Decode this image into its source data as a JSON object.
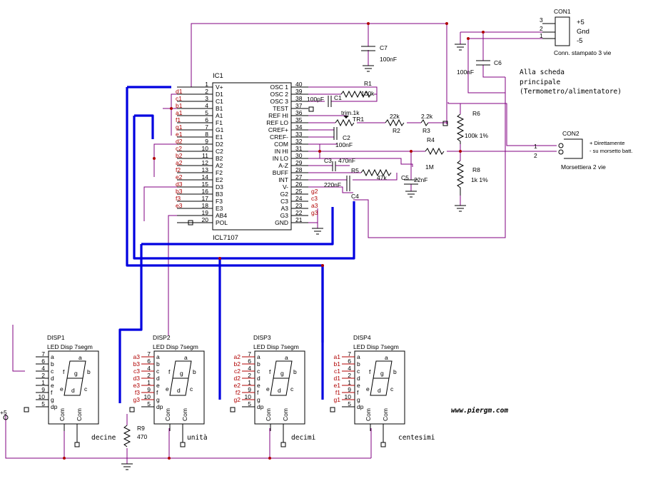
{
  "ic1": {
    "ref": "IC1",
    "part": "ICL7107",
    "left_pins": [
      {
        "num": "1",
        "name": "V+",
        "net": ""
      },
      {
        "num": "2",
        "name": "D1",
        "net": "d1"
      },
      {
        "num": "3",
        "name": "C1",
        "net": "c1"
      },
      {
        "num": "4",
        "name": "B1",
        "net": "b1"
      },
      {
        "num": "5",
        "name": "A1",
        "net": "a1"
      },
      {
        "num": "6",
        "name": "F1",
        "net": "f1"
      },
      {
        "num": "7",
        "name": "G1",
        "net": "g1"
      },
      {
        "num": "8",
        "name": "E1",
        "net": "e1"
      },
      {
        "num": "9",
        "name": "D2",
        "net": "d2"
      },
      {
        "num": "10",
        "name": "C2",
        "net": "c2"
      },
      {
        "num": "11",
        "name": "B2",
        "net": "b2"
      },
      {
        "num": "12",
        "name": "A2",
        "net": "a2"
      },
      {
        "num": "13",
        "name": "F2",
        "net": "f2"
      },
      {
        "num": "14",
        "name": "E2",
        "net": "e2"
      },
      {
        "num": "15",
        "name": "D3",
        "net": "d3"
      },
      {
        "num": "16",
        "name": "B3",
        "net": "b3"
      },
      {
        "num": "17",
        "name": "F3",
        "net": "f3"
      },
      {
        "num": "18",
        "name": "E3",
        "net": "e3"
      },
      {
        "num": "19",
        "name": "AB4",
        "net": ""
      },
      {
        "num": "20",
        "name": "POL",
        "net": ""
      }
    ],
    "right_pins": [
      {
        "num": "40",
        "name": "OSC 1",
        "net": ""
      },
      {
        "num": "39",
        "name": "OSC 2",
        "net": ""
      },
      {
        "num": "38",
        "name": "OSC 3",
        "net": ""
      },
      {
        "num": "37",
        "name": "TEST",
        "net": ""
      },
      {
        "num": "36",
        "name": "REF HI",
        "net": ""
      },
      {
        "num": "35",
        "name": "REF LO",
        "net": ""
      },
      {
        "num": "34",
        "name": "CREF+",
        "net": ""
      },
      {
        "num": "33",
        "name": "CREF-",
        "net": ""
      },
      {
        "num": "32",
        "name": "COM",
        "net": ""
      },
      {
        "num": "31",
        "name": "IN HI",
        "net": ""
      },
      {
        "num": "30",
        "name": "IN LO",
        "net": ""
      },
      {
        "num": "29",
        "name": "A-Z",
        "net": ""
      },
      {
        "num": "28",
        "name": "BUFF",
        "net": ""
      },
      {
        "num": "27",
        "name": "INT",
        "net": ""
      },
      {
        "num": "26",
        "name": "V-",
        "net": ""
      },
      {
        "num": "25",
        "name": "G2",
        "net": "g2"
      },
      {
        "num": "24",
        "name": "C3",
        "net": "c3"
      },
      {
        "num": "23",
        "name": "A3",
        "net": "a3"
      },
      {
        "num": "22",
        "name": "G3",
        "net": "g3"
      },
      {
        "num": "21",
        "name": "GND",
        "net": ""
      }
    ]
  },
  "components": {
    "c7": {
      "ref": "C7",
      "value": "100nF"
    },
    "c6": {
      "ref": "C6",
      "value": "100nF"
    },
    "c1": {
      "ref": "C1",
      "value": "100pF"
    },
    "r1": {
      "ref": "R1",
      "value": "100k"
    },
    "tr1": {
      "ref": "TR1",
      "value": "trim.1k"
    },
    "r2": {
      "ref": "R2",
      "value": "22k"
    },
    "r3": {
      "ref": "R3",
      "value": "2.2k"
    },
    "c2": {
      "ref": "C2",
      "value": "100nF"
    },
    "r4": {
      "ref": "R4",
      "value": "1M"
    },
    "c3": {
      "ref": "C3",
      "value": "470nF"
    },
    "r5": {
      "ref": "R5",
      "value": "47k"
    },
    "c5": {
      "ref": "C5",
      "value": "22nF"
    },
    "c4": {
      "ref": "C4",
      "value": "220nF"
    },
    "r6": {
      "ref": "R6",
      "value": "100k 1%"
    },
    "r8": {
      "ref": "R8",
      "value": "1k 1%"
    },
    "r9": {
      "ref": "R9",
      "value": "470"
    }
  },
  "con1": {
    "ref": "CON1",
    "desc": "Conn. stampato 3 vie",
    "pins": [
      "3",
      "2",
      "1"
    ],
    "labels": [
      "+5",
      "Gnd",
      "-5"
    ]
  },
  "con2": {
    "ref": "CON2",
    "desc": "Morsettiera 2 vie",
    "pins": [
      "1",
      "2"
    ],
    "note1": "+ Direttamente",
    "note2": "- su morsetto batt."
  },
  "note": {
    "line1": "Alla scheda",
    "line2": "principale",
    "line3": "(Termometro/alimentatore)"
  },
  "displays": [
    {
      "ref": "DISP1",
      "type": "LED Disp 7segm",
      "caption": "decine",
      "nets": [
        "",
        "",
        "",
        "",
        "",
        "",
        "",
        ""
      ]
    },
    {
      "ref": "DISP2",
      "type": "LED Disp 7segm",
      "caption": "unità",
      "nets": [
        "a3",
        "b3",
        "c3",
        "d3",
        "e3",
        "f3",
        "g3",
        ""
      ]
    },
    {
      "ref": "DISP3",
      "type": "LED Disp 7segm",
      "caption": "decimi",
      "nets": [
        "a2",
        "b2",
        "c2",
        "d2",
        "e2",
        "f2",
        "g2",
        ""
      ]
    },
    {
      "ref": "DISP4",
      "type": "LED Disp 7segm",
      "caption": "centesimi",
      "nets": [
        "a1",
        "b1",
        "c1",
        "d1",
        "e1",
        "f1",
        "g1",
        ""
      ]
    }
  ],
  "display_pins": {
    "nums": [
      "7",
      "6",
      "4",
      "2",
      "1",
      "9",
      "10",
      "5"
    ],
    "segs": [
      "a",
      "b",
      "c",
      "d",
      "e",
      "f",
      "g",
      "dp"
    ],
    "com": "Com",
    "glyph_a": "a",
    "glyph_f": "f",
    "glyph_g": "g",
    "glyph_b": "b",
    "glyph_e": "e",
    "glyph_d": "d",
    "glyph_c": "c"
  },
  "supply": {
    "plus5": "+5"
  },
  "website": "www.piergm.com"
}
